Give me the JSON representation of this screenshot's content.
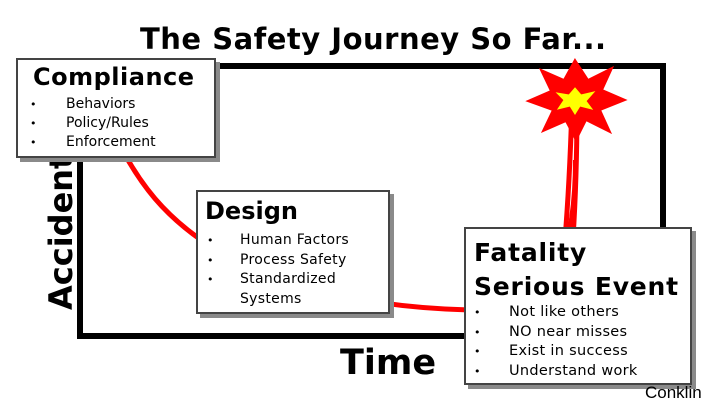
{
  "title": "The Safety Journey So Far...",
  "y_label": "Accidents",
  "x_label": "Time",
  "compliance": {
    "heading": "Compliance",
    "items": [
      "Behaviors",
      "Policy/Rules",
      "Enforcement"
    ]
  },
  "design": {
    "heading": "Design",
    "items": [
      "Human Factors",
      "Process Safety",
      "Standardized",
      "Systems"
    ]
  },
  "fatality": {
    "heading_line1": "Fatality",
    "heading_line2": "Serious Event",
    "items": [
      "Not like others",
      "NO near misses",
      "Exist in success",
      "Understand work"
    ]
  },
  "author": "Conklin",
  "bullet": "•",
  "colors": {
    "curve": "#ff0000",
    "burst": "#ffff00",
    "shadow": "#8a8a8a"
  }
}
